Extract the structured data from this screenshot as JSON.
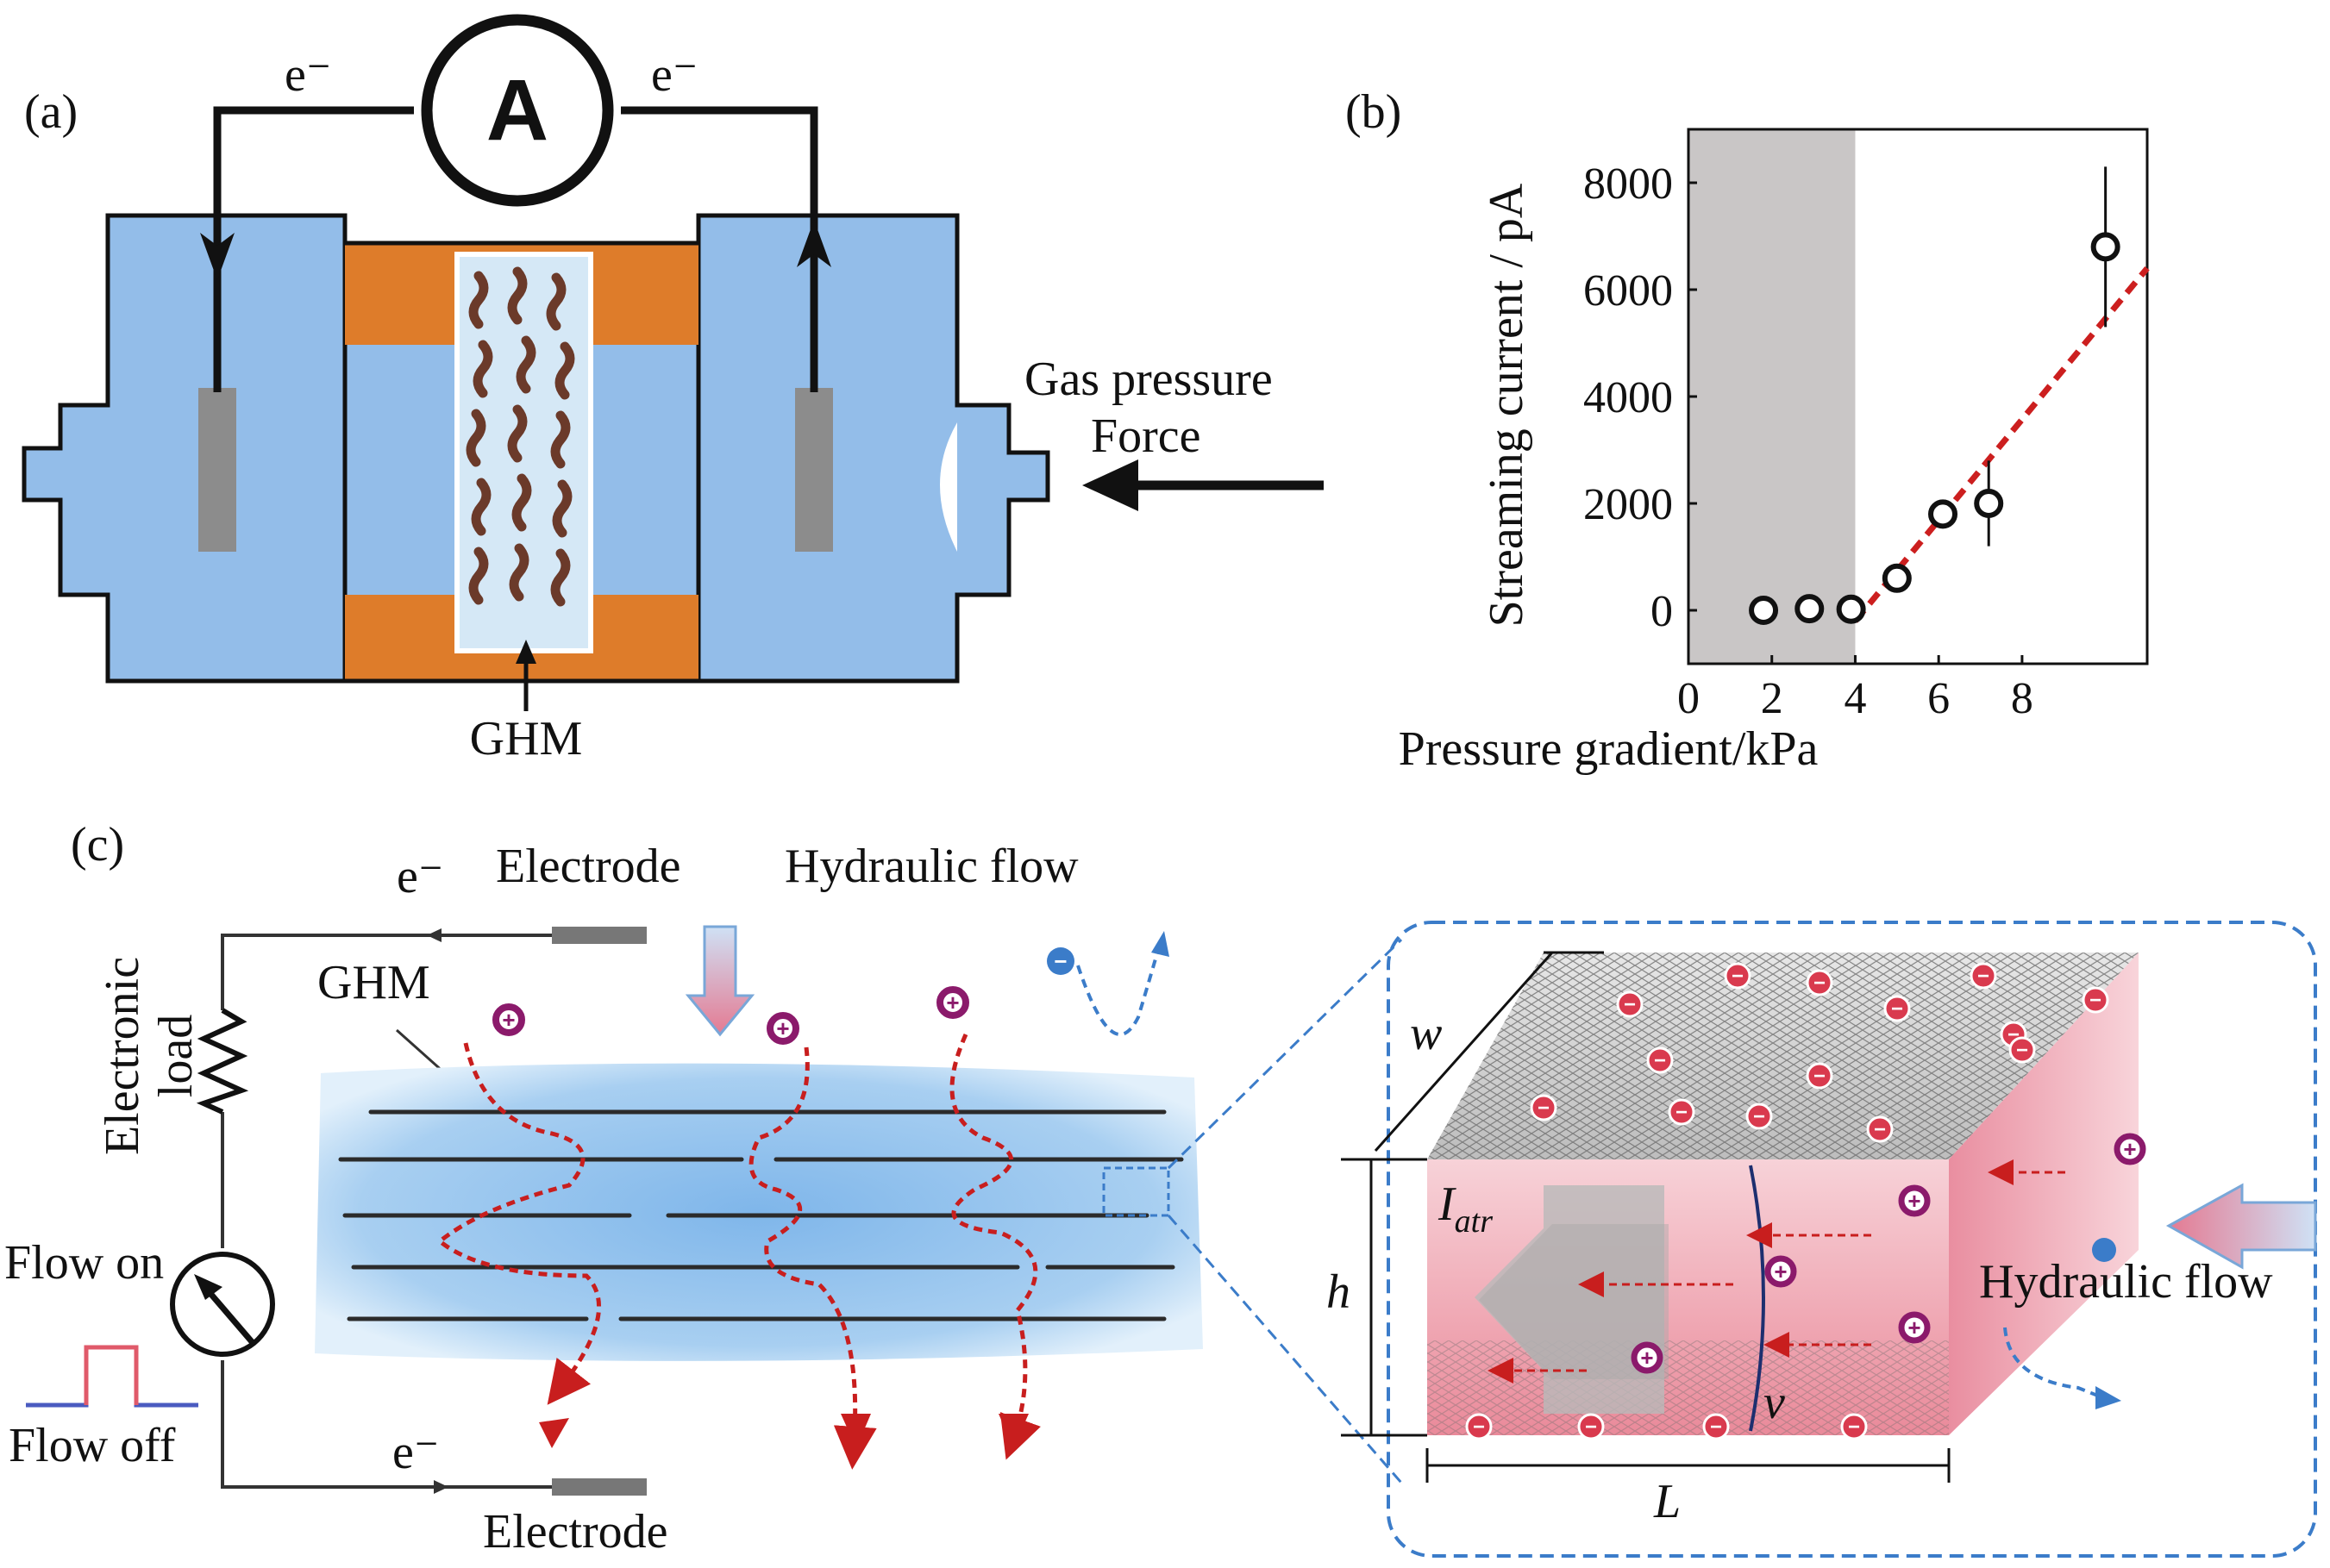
{
  "panel_a": {
    "label": "(a)",
    "ammeter": "A",
    "electron_left": "e⁻",
    "electron_right": "e⁻",
    "gas_line1": "Gas pressure",
    "gas_line2": "Force",
    "ghm": "GHM",
    "colors": {
      "water": "#93bde9",
      "gasket": "#de7c2a",
      "membrane": "#d5e8f6",
      "electrode": "#8c8c8c"
    }
  },
  "panel_b": {
    "label": "(b)",
    "chart_data": {
      "type": "scatter",
      "xlabel": "Pressure gradient/kPa",
      "ylabel": "Streaming current / pA",
      "xlim": [
        0,
        11
      ],
      "ylim": [
        -1000,
        9000
      ],
      "x_ticks": [
        "0",
        "2",
        "4",
        "6",
        "8"
      ],
      "y_ticks": [
        "0",
        "2000",
        "4000",
        "6000",
        "8000"
      ],
      "shaded_region_x": [
        0,
        4
      ],
      "points": [
        {
          "x": 1.8,
          "y": 0,
          "err": 0
        },
        {
          "x": 2.9,
          "y": 30,
          "err": 0
        },
        {
          "x": 3.9,
          "y": 20,
          "err": 0
        },
        {
          "x": 5.0,
          "y": 600,
          "err": 0
        },
        {
          "x": 6.1,
          "y": 1800,
          "err": 0
        },
        {
          "x": 7.2,
          "y": 2000,
          "err": 800
        },
        {
          "x": 10.0,
          "y": 6800,
          "err": 1500
        }
      ],
      "fit_line": [
        [
          4.0,
          -200
        ],
        [
          11.0,
          6400
        ]
      ],
      "grid": false,
      "fit_color": "#cc1f1f",
      "shade_color": "#c9c6c6"
    }
  },
  "panel_c": {
    "label": "(c)",
    "electron_top": "e⁻",
    "electron_bottom": "e⁻",
    "electrode_top": "Electrode",
    "electrode_bottom": "Electrode",
    "hydraulic_flow_top": "Hydraulic flow",
    "hydraulic_flow_right": "Hydraulic flow",
    "ghm": "GHM",
    "load_line1": "Electronic",
    "load_line2": "load",
    "flow_on": "Flow on",
    "flow_off": "Flow off",
    "w": "w",
    "h": "h",
    "L": "L",
    "i_atr_main": "I",
    "i_atr_sub": "atr",
    "v": "v",
    "plus": "+",
    "minus": "−",
    "colors": {
      "membrane": "#9ccbef",
      "path": "#c81e1e",
      "cation": "#8b1a6b",
      "anion": "#d93a4e",
      "block": "#f2c0c8"
    }
  }
}
